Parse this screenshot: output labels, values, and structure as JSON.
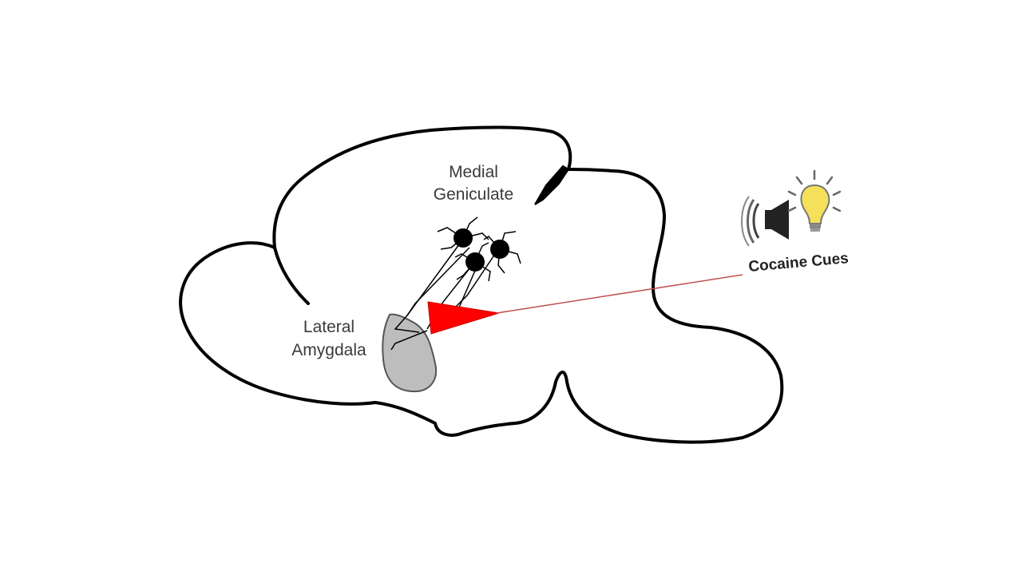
{
  "labels": {
    "medial_geniculate": [
      "Medial",
      "Geniculate"
    ],
    "lateral_amygdala": [
      "Lateral",
      "Amygdala"
    ],
    "cocaine_cues": "Cocaine Cues"
  },
  "colors": {
    "outline": "#000000",
    "amygdala_fill": "#bdbdbd",
    "projection_neuron": "#ff0000",
    "cue_line": "#c05050",
    "bulb": "#f5e05a"
  },
  "icons": {
    "sound": "speaker-icon",
    "light": "lightbulb-icon"
  }
}
